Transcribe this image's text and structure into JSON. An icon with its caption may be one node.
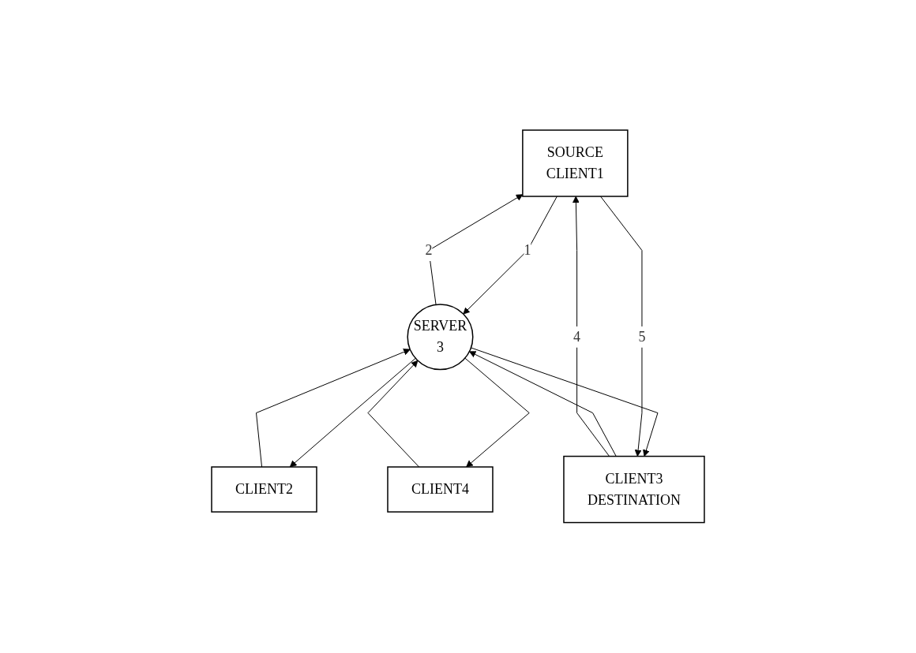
{
  "diagram": {
    "nodes": [
      {
        "text": [
          "SOURCE",
          "CLIENT1"
        ]
      },
      {
        "text": [
          "CLIENT2"
        ]
      },
      {
        "text": [
          "SERVER",
          "3"
        ]
      },
      {
        "text": [
          "CLIENT3",
          "DESTINATION"
        ]
      },
      {
        "text": [
          "CLIENT4"
        ]
      }
    ],
    "edges": [
      {
        "from": 0,
        "to": 2,
        "arrow": "to",
        "label": "1"
      },
      {
        "from": 2,
        "to": 0,
        "arrow": "to",
        "label": "2"
      },
      {
        "from": 2,
        "to": 1,
        "arrow": "to"
      },
      {
        "from": 1,
        "to": 2,
        "arrow": "to"
      },
      {
        "from": 3,
        "to": 2,
        "arrow": "to"
      },
      {
        "from": 2,
        "to": 3,
        "arrow": "to"
      },
      {
        "from": 2,
        "to": 4,
        "arrow": "to"
      },
      {
        "from": 4,
        "to": 2,
        "arrow": "to"
      },
      {
        "from": 0,
        "to": 3,
        "arrow": "to",
        "label": "5"
      },
      {
        "from": 3,
        "to": 0,
        "arrow": "to",
        "label": "4"
      }
    ]
  }
}
